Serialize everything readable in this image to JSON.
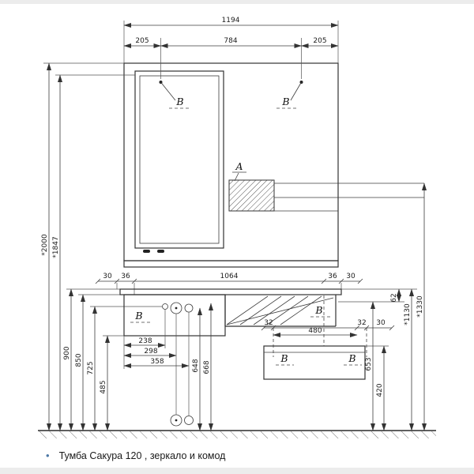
{
  "caption": {
    "bullet": "•",
    "text": "Тумба Сакура 120 , зеркало и комод"
  },
  "section_labels": {
    "a": "A",
    "b": "B"
  },
  "dims": {
    "total_width": "1194",
    "top_left": "205",
    "top_center": "784",
    "top_right": "205",
    "height_total": "*2000",
    "height_inner": "*1847",
    "row_30_left": "30",
    "row_36_left": "36",
    "row_1064": "1064",
    "row_36_right": "36",
    "row_30_right": "30",
    "h_900": "900",
    "h_850": "850",
    "h_725": "725",
    "h_485": "485",
    "w_238": "238",
    "w_298": "298",
    "w_358": "358",
    "h_648": "648",
    "h_668": "668",
    "drawer_32_left": "32",
    "drawer_480": "480",
    "drawer_32_right": "32",
    "drawer_30": "30",
    "r_62": "62",
    "r_1130": "*1130",
    "r_1330": "*1330",
    "r_653": "653",
    "r_420": "420"
  }
}
